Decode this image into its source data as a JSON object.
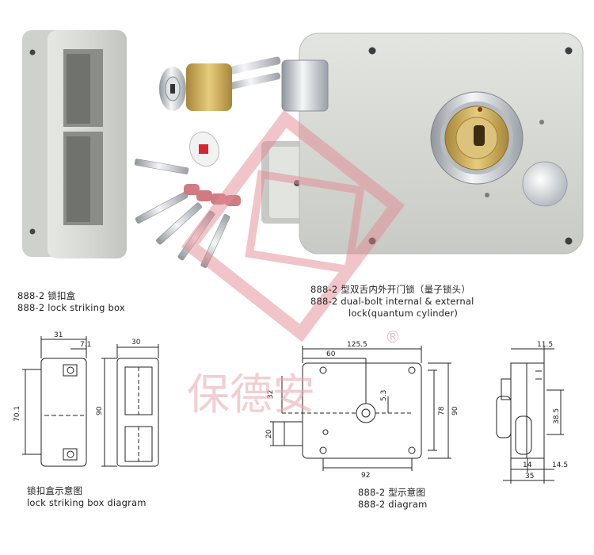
{
  "captions": {
    "box_photo": [
      "888-2 锁扣盒",
      "888-2 lock striking box"
    ],
    "lock_photo": [
      "888-2 型双舌内外开门锁（量子锁头）",
      "888-2 dual-bolt internal & external",
      "lock(quantum cylinder)"
    ],
    "box_diagram": [
      "锁扣盒示意图",
      "lock striking box diagram"
    ],
    "lock_diagram": [
      "888-2 型示意图",
      "888-2 diagram"
    ]
  },
  "watermark": {
    "text": "保德安",
    "registered": "®"
  },
  "box_diagram_dims": {
    "width": "31",
    "offset": "7.1",
    "height": "70.1",
    "side_width": "30",
    "side_height": "90"
  },
  "lock_diagram_dims": {
    "total_width": "125.5",
    "cyl_offset": "60",
    "height_upper": "32",
    "small": "5.3",
    "height_inner": "78",
    "height_outer": "90",
    "bolt_height": "20",
    "bottom_width": "92"
  },
  "side_diagram_dims": {
    "top": "11.5",
    "mid": "38.5",
    "b1": "14",
    "b2": "14.5",
    "total": "35"
  },
  "colors": {
    "body": "#d9dcd6",
    "body_dark": "#b9bcb6",
    "brass": "#c9a74f",
    "chrome": "#c8ccd0",
    "watermark": "#e38a94"
  }
}
